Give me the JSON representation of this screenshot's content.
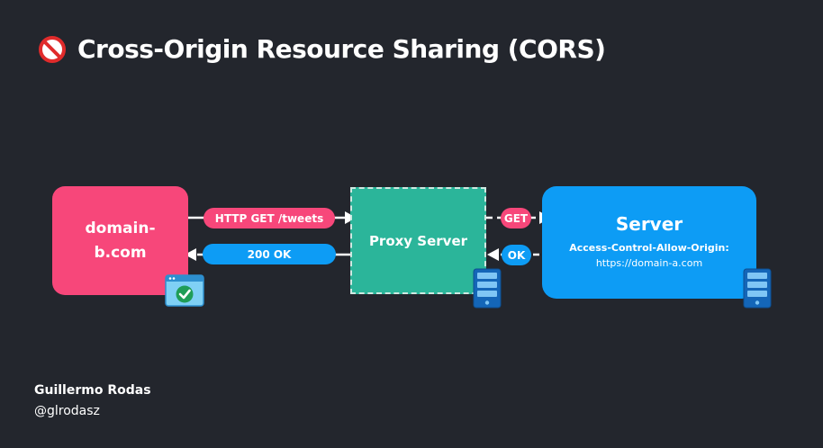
{
  "title": {
    "icon": "no-entry-icon",
    "text": "Cross-Origin Resource Sharing (CORS)"
  },
  "client": {
    "label": "domain-b.com",
    "icon": "browser-check-icon"
  },
  "proxy": {
    "label": "Proxy Server",
    "icon": "server-rack-icon"
  },
  "server": {
    "title": "Server",
    "header": "Access-Control-Allow-Origin:",
    "origin": "https://domain-a.com",
    "icon": "server-rack-icon"
  },
  "flows": {
    "request_label": "HTTP GET /tweets",
    "response_label": "200 OK",
    "proxy_request_label": "GET",
    "proxy_response_label": "OK"
  },
  "author": {
    "name": "Guillermo Rodas",
    "handle": "@glrodasz"
  },
  "colors": {
    "background": "#23262d",
    "pink": "#f7477a",
    "green": "#2bb59a",
    "blue": "#0d9cf5"
  }
}
